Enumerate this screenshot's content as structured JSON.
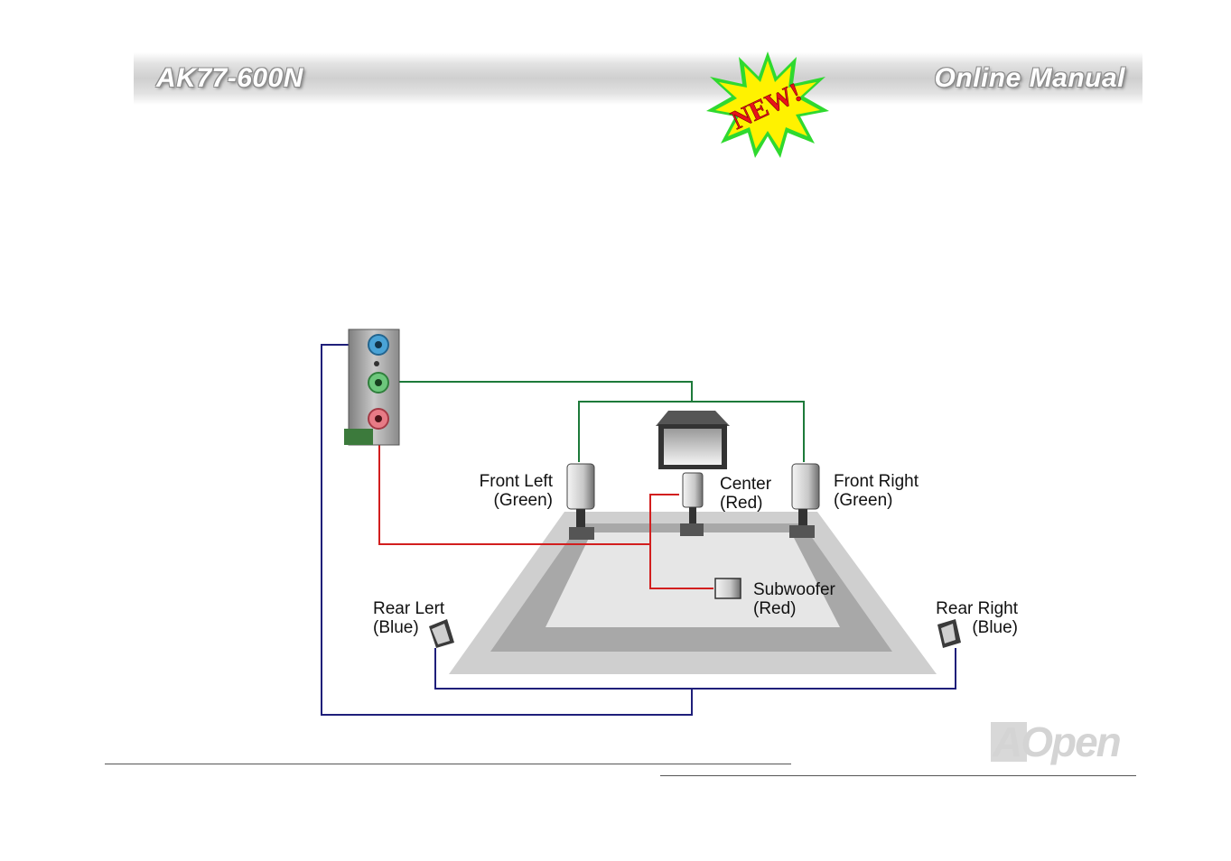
{
  "header": {
    "doc_title": "AK77-600N",
    "manual_title": "Online Manual",
    "badge_text": "NEW!"
  },
  "speakers": {
    "front_left": {
      "name": "Front Left",
      "color": "(Green)"
    },
    "center": {
      "name": "Center",
      "color": "(Red)"
    },
    "front_right": {
      "name": "Front Right",
      "color": "(Green)"
    },
    "subwoofer": {
      "name": "Subwoofer",
      "color": "(Red)"
    },
    "rear_left": {
      "name": "Rear Lert",
      "color": "(Blue)"
    },
    "rear_right": {
      "name": "Rear Right",
      "color": "(Blue)"
    }
  },
  "colors": {
    "blue_wire": "#1f1f7a",
    "green_wire": "#1d7a3a",
    "red_wire": "#d21e1e",
    "floor_outer": "#cfcfcf",
    "floor_mid": "#a8a8a8",
    "floor_inner": "#e6e6e6"
  },
  "logo": {
    "text": "AOpen"
  }
}
